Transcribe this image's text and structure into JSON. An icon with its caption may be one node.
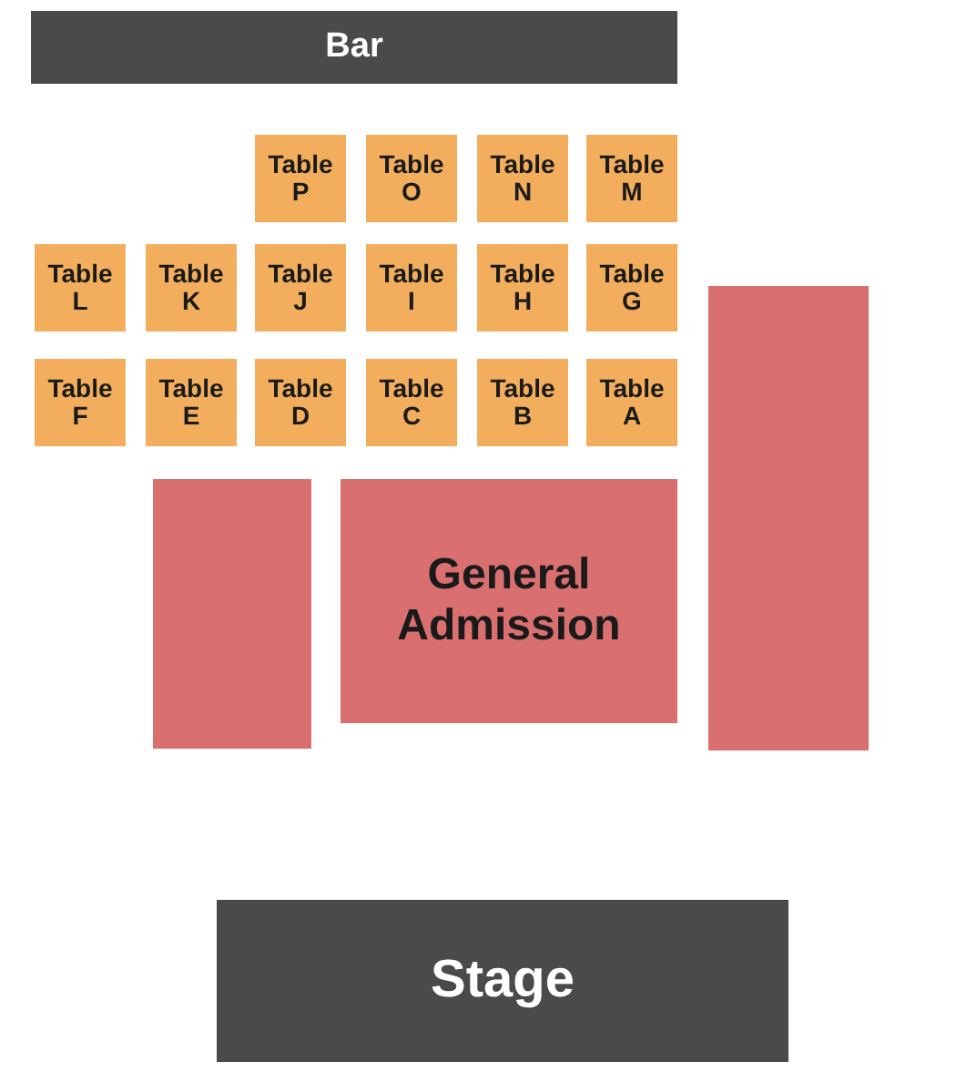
{
  "diagram": {
    "nodes": [
      {
        "text": [
          "Bar"
        ]
      },
      {
        "text": [
          "Table P"
        ]
      },
      {
        "text": [
          "Table O"
        ]
      },
      {
        "text": [
          "Table N"
        ]
      },
      {
        "text": [
          "Table M"
        ]
      },
      {
        "text": [
          "Table L"
        ]
      },
      {
        "text": [
          "Table K"
        ]
      },
      {
        "text": [
          "Table J"
        ]
      },
      {
        "text": [
          "Table I"
        ]
      },
      {
        "text": [
          "Table H"
        ]
      },
      {
        "text": [
          "Table G"
        ]
      },
      {
        "text": [
          "Table F"
        ]
      },
      {
        "text": [
          "Table E"
        ]
      },
      {
        "text": [
          "Table D"
        ]
      },
      {
        "text": [
          "Table C"
        ]
      },
      {
        "text": [
          "Table B"
        ]
      },
      {
        "text": [
          "Table A"
        ]
      },
      {
        "text": [],
        "shape": "box"
      },
      {
        "text": [
          "General Admission"
        ]
      },
      {
        "text": [],
        "shape": "box"
      },
      {
        "text": [
          "Stage"
        ]
      }
    ]
  }
}
